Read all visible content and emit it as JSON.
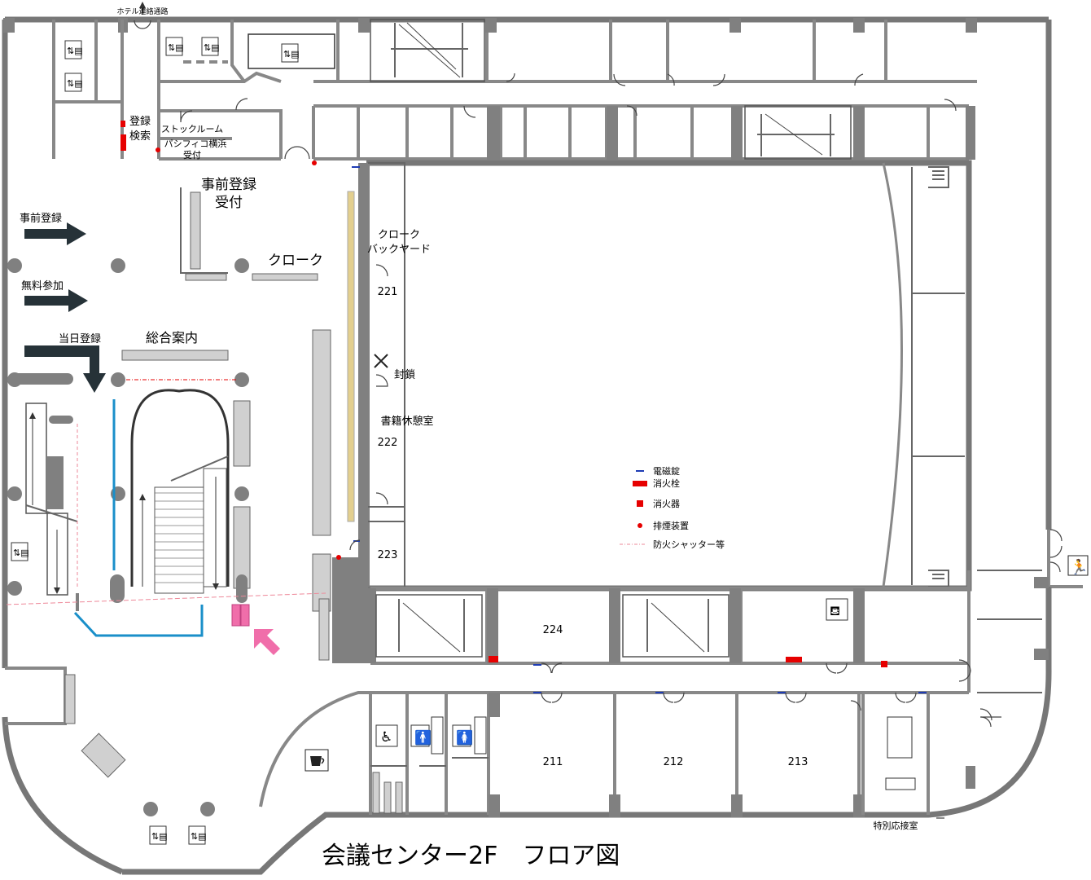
{
  "title": "会議センター2F　フロア図",
  "top_link": "ホテル連絡通路",
  "rooms": {
    "stock_room": "ストックルーム",
    "pacifico_line1": "パシフィコ横浜",
    "pacifico_line2": "受付",
    "search_line1": "登録",
    "search_line2": "検索",
    "pre_reg_line1": "事前登録",
    "pre_reg_line2": "受付",
    "cloak": "クローク",
    "cloak_back_line1": "クローク",
    "cloak_back_line2": "バックヤード",
    "info": "総合案内",
    "room_221": "221",
    "sealed": "封鎖",
    "book_lounge": "書籍休憩室",
    "room_222": "222",
    "room_223": "223",
    "room_224": "224",
    "room_211": "211",
    "room_212": "212",
    "room_213": "213",
    "vip_room": "特別応接室"
  },
  "arrows": {
    "pre_registration": "事前登録",
    "free_admission": "無料参加",
    "same_day": "当日登録"
  },
  "legend": [
    {
      "label": "電磁錠",
      "color": "#1e3cb4",
      "shape": "dash"
    },
    {
      "label": "消火栓",
      "color": "#e60000",
      "shape": "bar"
    },
    {
      "label": "消火器",
      "color": "#e60000",
      "shape": "square"
    },
    {
      "label": "排煙装置",
      "color": "#e60000",
      "shape": "dot"
    },
    {
      "label": "防火シャッター等",
      "color": "#e60000",
      "shape": "dashdot"
    }
  ],
  "colors": {
    "wall": "#777777",
    "column": "#808080",
    "arrow": "#263238",
    "barrier": "#1a8fc9",
    "entrance_arrow": "#f06eaa",
    "fire": "#e60000",
    "lock": "#1e3cb4"
  },
  "icons": {
    "elevator": "elevator-icon",
    "wheelchair": "accessible-toilet-icon",
    "men": "mens-toilet-icon",
    "women": "womens-toilet-icon",
    "cafe": "coffee-cup-icon",
    "smoking": "smoking-area-icon",
    "exit": "emergency-exit-icon"
  }
}
